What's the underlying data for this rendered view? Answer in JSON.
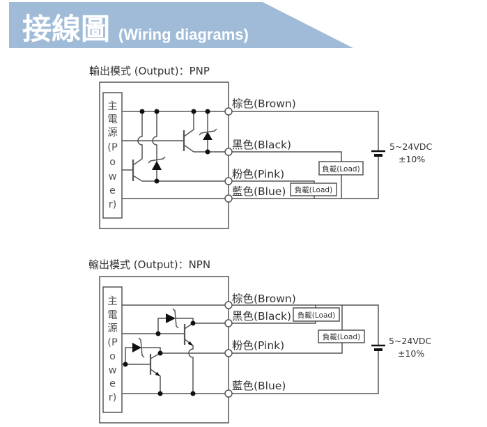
{
  "header": {
    "title_cjk": "接線圖",
    "title_en": "(Wiring diagrams)"
  },
  "diagrams": {
    "pnp": {
      "mode_label": "輸出模式 (Output)：PNP",
      "power_label": [
        "主",
        "電",
        "源",
        "(P",
        "o",
        "w",
        "e",
        "r)"
      ],
      "wires": {
        "brown": "棕色(Brown)",
        "black": "黑色(Black)",
        "pink": "粉色(Pink)",
        "blue": "藍色(Blue)"
      },
      "loads": {
        "black": "負載(Load)",
        "pink": "負載(Load)"
      },
      "supply": {
        "voltage": "5~24VDC",
        "tolerance": "±10%"
      }
    },
    "npn": {
      "mode_label": "輸出模式 (Output)：NPN",
      "power_label": [
        "主",
        "電",
        "源",
        "(P",
        "o",
        "w",
        "e",
        "r)"
      ],
      "wires": {
        "brown": "棕色(Brown)",
        "black": "黑色(Black)",
        "pink": "粉色(Pink)",
        "blue": "藍色(Blue)"
      },
      "loads": {
        "black": "負載(Load)",
        "pink": "負載(Load)"
      },
      "supply": {
        "voltage": "5~24VDC",
        "tolerance": "±10%"
      }
    }
  },
  "colors": {
    "banner": "#a0bbd8",
    "banner_text": "#ffffff",
    "wire": "#555555",
    "text": "#333333",
    "junction": "#111111"
  }
}
